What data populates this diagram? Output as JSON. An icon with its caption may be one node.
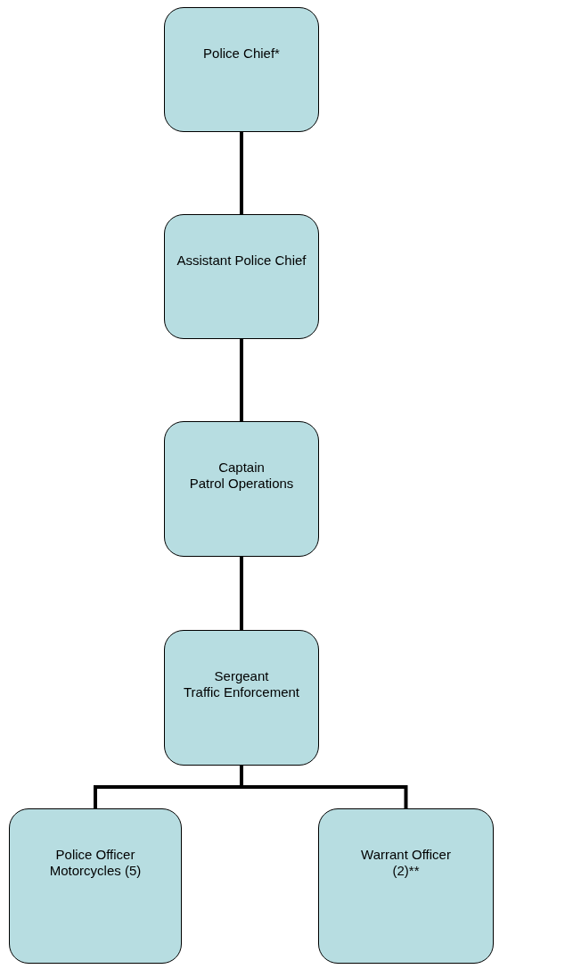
{
  "diagram": {
    "nodes": [
      {
        "text": [
          "Police Chief*"
        ]
      },
      {
        "text": [
          "Assistant Police Chief"
        ]
      },
      {
        "text": [
          "Captain",
          "Patrol Operations"
        ]
      },
      {
        "text": [
          "Sergeant",
          "Traffic Enforcement"
        ]
      },
      {
        "text": [
          "Police Officer",
          "Motorcycles (5)"
        ]
      },
      {
        "text": [
          "Warrant Officer",
          "(2)**"
        ]
      }
    ],
    "edges": [
      {
        "from": 0,
        "to": 1,
        "arrow": "none"
      },
      {
        "from": 1,
        "to": 2,
        "arrow": "none"
      },
      {
        "from": 2,
        "to": 3,
        "arrow": "none"
      },
      {
        "from": 3,
        "to": 4,
        "arrow": "none"
      },
      {
        "from": 3,
        "to": 5,
        "arrow": "none"
      }
    ]
  }
}
